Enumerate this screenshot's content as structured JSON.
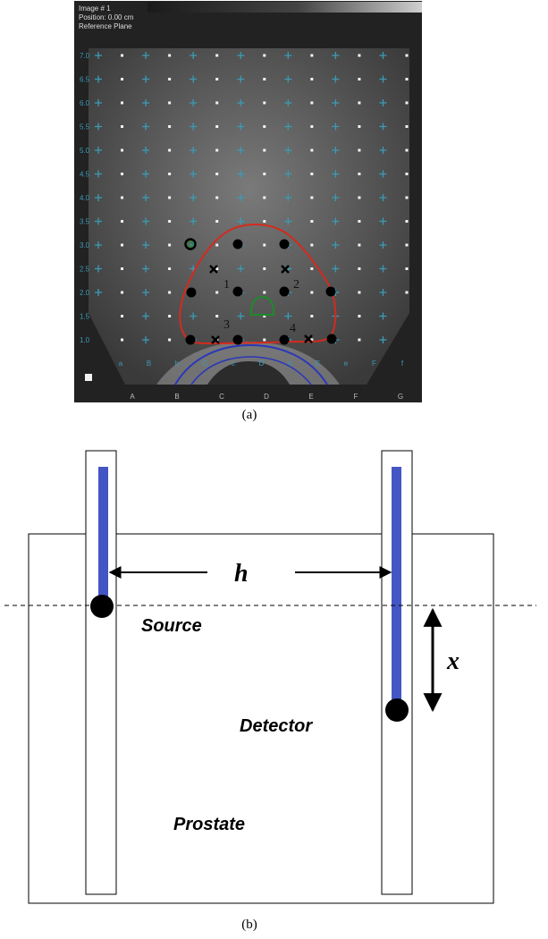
{
  "panel_a": {
    "caption": "(a)",
    "overlay_text": {
      "line1": "Image # 1",
      "line2": "Position: 0.00 cm",
      "line3": "Reference Plane"
    },
    "y_ticks": [
      "7.0",
      "6.5",
      "6.0",
      "5.5",
      "5.0",
      "4.5",
      "4.0",
      "3.5",
      "3.0",
      "2.5",
      "2.0",
      "1.5",
      "1.0"
    ],
    "x_letters": [
      "a",
      "B",
      "b",
      "C",
      "c",
      "D",
      "d",
      "E",
      "e",
      "F",
      "f"
    ],
    "bottom_letters": [
      "A",
      "B",
      "C",
      "D",
      "E",
      "F",
      "G"
    ],
    "needle_numbers": [
      "1",
      "2",
      "3",
      "4"
    ],
    "colors": {
      "contour": "#d42a1e",
      "rectum": "#2a37b8",
      "urethra": "#1d8a2a",
      "grid": "#3a9bb5"
    }
  },
  "panel_b": {
    "caption": "(b)",
    "labels": {
      "distance_h": "h",
      "distance_x": "x",
      "source": "Source",
      "detector": "Detector",
      "prostate": "Prostate"
    },
    "colors": {
      "needle": "#4456c4",
      "seed": "#000000"
    }
  }
}
